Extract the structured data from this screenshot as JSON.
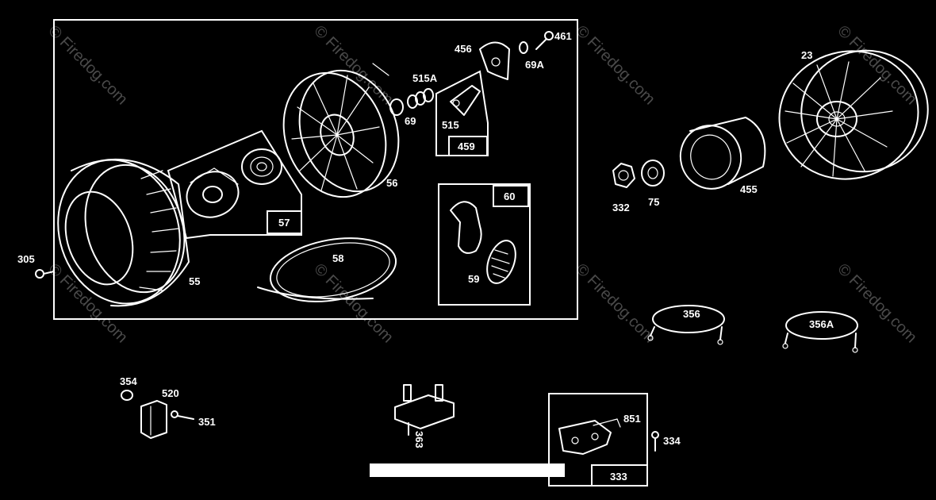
{
  "watermark": "© Firedog.com",
  "labels": {
    "p305": "305",
    "p55": "55",
    "p56": "56",
    "p57": "57",
    "p58": "58",
    "p59": "59",
    "p60": "60",
    "p69": "69",
    "p69A": "69A",
    "p456": "456",
    "p461": "461",
    "p515A": "515A",
    "p515": "515",
    "p459": "459",
    "p23": "23",
    "p332": "332",
    "p75": "75",
    "p455": "455",
    "p356": "356",
    "p356A": "356A",
    "p354": "354",
    "p520": "520",
    "p351": "351",
    "p363": "363",
    "p851": "851",
    "p334": "334",
    "p333": "333"
  }
}
